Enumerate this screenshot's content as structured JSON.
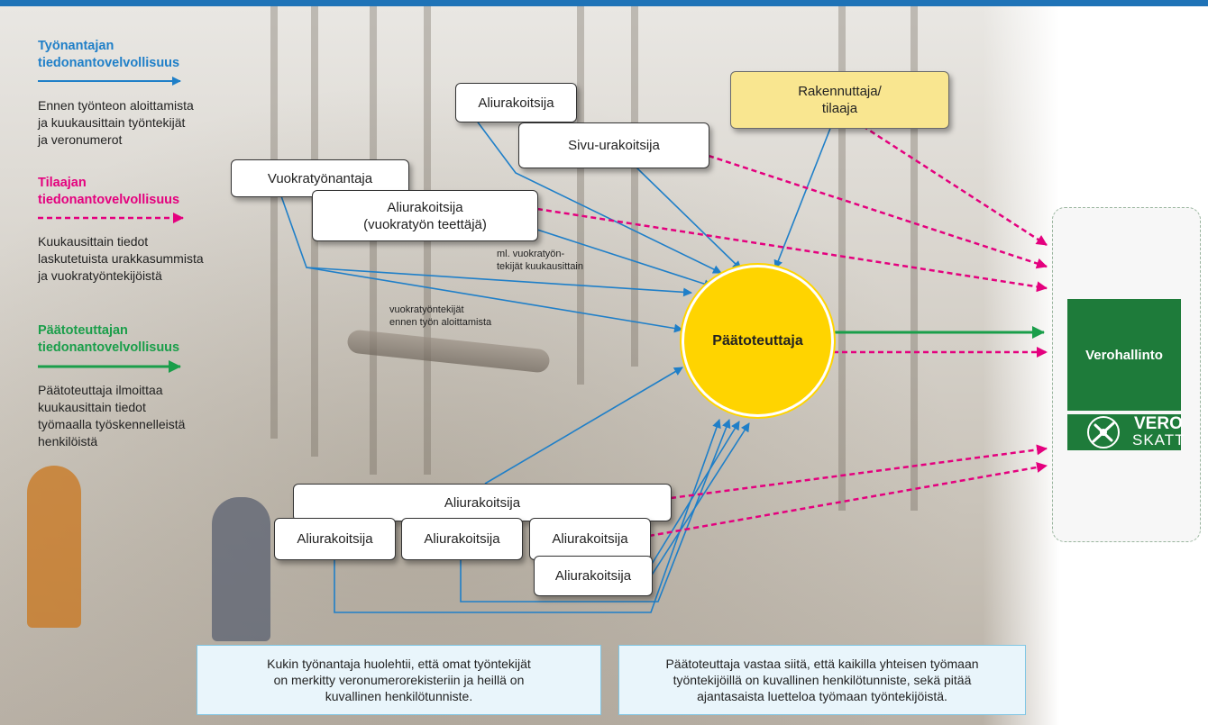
{
  "legend": {
    "employer": {
      "title": "Työnantajan tiedonantovelvollisuus",
      "title_lines": [
        "Työnantajan",
        "tiedonantovelvollisuus"
      ],
      "text_lines": [
        "Ennen työnteon aloittamista",
        "ja kuukausittain työntekijät",
        "ja veronumerot"
      ],
      "color": "#1f7fc8"
    },
    "client": {
      "title_lines": [
        "Tilaajan",
        "tiedonantovelvollisuus"
      ],
      "text_lines": [
        "Kuukausittain tiedot",
        "laskutetuista urakkasummista",
        "ja vuokratyöntekijöistä"
      ],
      "color": "#e4007e"
    },
    "main_contractor": {
      "title_lines": [
        "Päätoteuttajan",
        "tiedonantovelvollisuus"
      ],
      "text_lines": [
        "Päätoteuttaja ilmoittaa",
        "kuukausittain tiedot",
        "työmaalla työskennelleistä",
        "henkilöistä"
      ],
      "color": "#1a9e4a"
    }
  },
  "nodes": {
    "subcontractor_top": "Aliurakoitsija",
    "side_contractor": "Sivu-urakoitsija",
    "developer_lines": [
      "Rakennuttaja/",
      "tilaaja"
    ],
    "temp_agency": "Vuokratyönantaja",
    "sub_temp_lines": [
      "Aliurakoitsija",
      "(vuokratyön teettäjä)"
    ],
    "main_contractor": "Päätoteuttaja",
    "sub_wide": "Aliurakoitsija",
    "sub_row": [
      "Aliurakoitsija",
      "Aliurakoitsija",
      "Aliurakoitsija"
    ],
    "sub_bottom": "Aliurakoitsija"
  },
  "notes": {
    "temp_monthly_lines": [
      "ml. vuokratyön-",
      "tekijät kuukausittain"
    ],
    "temp_before_lines": [
      "vuokratyöntekijät",
      "ennen työn aloittamista"
    ]
  },
  "bubbles": {
    "left_lines": [
      "Kukin työnantaja huolehtii, että omat työntekijät",
      "on merkitty veronumerorekisteriin ja heillä on",
      "kuvallinen henkilötunniste."
    ],
    "right_lines": [
      "Päätoteuttaja vastaa siitä, että kaikilla yhteisen työmaan",
      "työntekijöillä on kuvallinen henkilötunniste, sekä pitää",
      "ajantasaista luetteloa työmaan työntekijöistä."
    ]
  },
  "tax_authority": {
    "name": "Verohallinto",
    "logo_word_1": "VERO",
    "logo_word_2": "SKATT",
    "color": "#1e7b3a"
  }
}
